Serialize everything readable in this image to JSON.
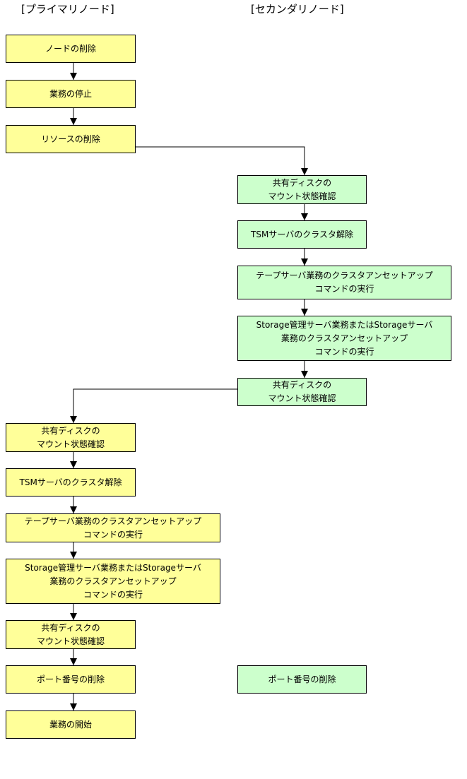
{
  "headers": {
    "primary": "[プライマリノード]",
    "secondary": "[セカンダリノード]"
  },
  "primary_steps": [
    {
      "lines": [
        "ノードの削除"
      ]
    },
    {
      "lines": [
        "業務の停止"
      ]
    },
    {
      "lines": [
        "リソースの削除"
      ]
    },
    {
      "lines": [
        "共有ディスクの",
        "マウント状態確認"
      ]
    },
    {
      "lines": [
        "TSMサーバのクラスタ解除"
      ]
    },
    {
      "lines": [
        "テープサーバ業務のクラスタアンセットアップ",
        "コマンドの実行"
      ]
    },
    {
      "lines": [
        "Storage管理サーバ業務またはStorageサーバ",
        "業務のクラスタアンセットアップ",
        "コマンドの実行"
      ]
    },
    {
      "lines": [
        "共有ディスクの",
        "マウント状態確認"
      ]
    },
    {
      "lines": [
        "ポート番号の削除"
      ]
    },
    {
      "lines": [
        "業務の開始"
      ]
    }
  ],
  "secondary_steps": [
    {
      "lines": [
        "共有ディスクの",
        "マウント状態確認"
      ]
    },
    {
      "lines": [
        "TSMサーバのクラスタ解除"
      ]
    },
    {
      "lines": [
        "テープサーバ業務のクラスタアンセットアップ",
        "コマンドの実行"
      ]
    },
    {
      "lines": [
        "Storage管理サーバ業務またはStorageサーバ",
        "業務のクラスタアンセットアップ",
        "コマンドの実行"
      ]
    },
    {
      "lines": [
        "共有ディスクの",
        "マウント状態確認"
      ]
    },
    {
      "lines": [
        "ポート番号の削除"
      ]
    }
  ],
  "colors": {
    "primary_fill": "#ffff99",
    "secondary_fill": "#ccffcc",
    "stroke": "#000000"
  }
}
